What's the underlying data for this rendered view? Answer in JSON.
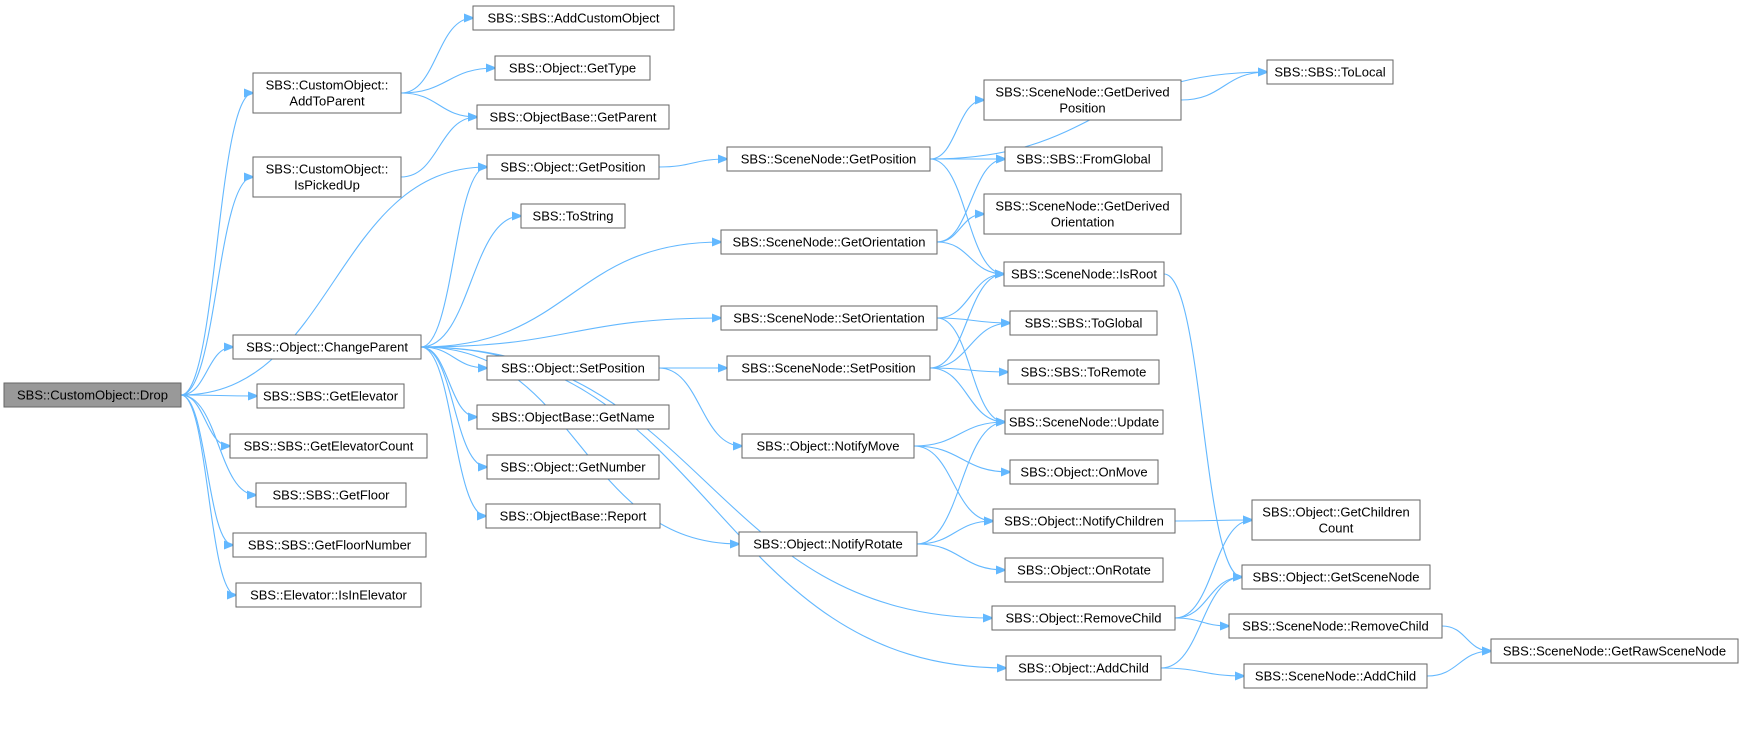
{
  "colors": {
    "edge": "#63b8ff",
    "node_border": "#666666",
    "root_fill": "#999999",
    "node_fill": "#ffffff"
  },
  "nodes": [
    {
      "id": "drop",
      "lines": [
        "SBS::CustomObject::Drop"
      ],
      "root": true
    },
    {
      "id": "addToParent",
      "lines": [
        "SBS::CustomObject::",
        "AddToParent"
      ]
    },
    {
      "id": "isPickedUp",
      "lines": [
        "SBS::CustomObject::",
        "IsPickedUp"
      ]
    },
    {
      "id": "changeParent",
      "lines": [
        "SBS::Object::ChangeParent"
      ]
    },
    {
      "id": "getElevator",
      "lines": [
        "SBS::SBS::GetElevator"
      ]
    },
    {
      "id": "getElevatorCount",
      "lines": [
        "SBS::SBS::GetElevatorCount"
      ]
    },
    {
      "id": "getFloor",
      "lines": [
        "SBS::SBS::GetFloor"
      ]
    },
    {
      "id": "getFloorNumber",
      "lines": [
        "SBS::SBS::GetFloorNumber"
      ]
    },
    {
      "id": "isInElevator",
      "lines": [
        "SBS::Elevator::IsInElevator"
      ]
    },
    {
      "id": "addCustomObject",
      "lines": [
        "SBS::SBS::AddCustomObject"
      ]
    },
    {
      "id": "getType",
      "lines": [
        "SBS::Object::GetType"
      ]
    },
    {
      "id": "getParent",
      "lines": [
        "SBS::ObjectBase::GetParent"
      ]
    },
    {
      "id": "objGetPosition",
      "lines": [
        "SBS::Object::GetPosition"
      ]
    },
    {
      "id": "toString",
      "lines": [
        "SBS::ToString"
      ]
    },
    {
      "id": "objSetPosition",
      "lines": [
        "SBS::Object::SetPosition"
      ]
    },
    {
      "id": "getName",
      "lines": [
        "SBS::ObjectBase::GetName"
      ]
    },
    {
      "id": "getNumber",
      "lines": [
        "SBS::Object::GetNumber"
      ]
    },
    {
      "id": "report",
      "lines": [
        "SBS::ObjectBase::Report"
      ]
    },
    {
      "id": "snGetPosition",
      "lines": [
        "SBS::SceneNode::GetPosition"
      ]
    },
    {
      "id": "snGetOrientation",
      "lines": [
        "SBS::SceneNode::GetOrientation"
      ]
    },
    {
      "id": "snSetOrientation",
      "lines": [
        "SBS::SceneNode::SetOrientation"
      ]
    },
    {
      "id": "snSetPosition",
      "lines": [
        "SBS::SceneNode::SetPosition"
      ]
    },
    {
      "id": "notifyMove",
      "lines": [
        "SBS::Object::NotifyMove"
      ]
    },
    {
      "id": "notifyRotate",
      "lines": [
        "SBS::Object::NotifyRotate"
      ]
    },
    {
      "id": "removeChild",
      "lines": [
        "SBS::Object::RemoveChild"
      ]
    },
    {
      "id": "addChild",
      "lines": [
        "SBS::Object::AddChild"
      ]
    },
    {
      "id": "getDerivedPosition",
      "lines": [
        "SBS::SceneNode::GetDerived",
        "Position"
      ]
    },
    {
      "id": "fromGlobal",
      "lines": [
        "SBS::SBS::FromGlobal"
      ]
    },
    {
      "id": "getDerivedOrientation",
      "lines": [
        "SBS::SceneNode::GetDerived",
        "Orientation"
      ]
    },
    {
      "id": "isRoot",
      "lines": [
        "SBS::SceneNode::IsRoot"
      ]
    },
    {
      "id": "toGlobal",
      "lines": [
        "SBS::SBS::ToGlobal"
      ]
    },
    {
      "id": "toRemote",
      "lines": [
        "SBS::SBS::ToRemote"
      ]
    },
    {
      "id": "snUpdate",
      "lines": [
        "SBS::SceneNode::Update"
      ]
    },
    {
      "id": "onMove",
      "lines": [
        "SBS::Object::OnMove"
      ]
    },
    {
      "id": "notifyChildren",
      "lines": [
        "SBS::Object::NotifyChildren"
      ]
    },
    {
      "id": "onRotate",
      "lines": [
        "SBS::Object::OnRotate"
      ]
    },
    {
      "id": "toLocal",
      "lines": [
        "SBS::SBS::ToLocal"
      ]
    },
    {
      "id": "getChildrenCount",
      "lines": [
        "SBS::Object::GetChildren",
        "Count"
      ]
    },
    {
      "id": "getSceneNode",
      "lines": [
        "SBS::Object::GetSceneNode"
      ]
    },
    {
      "id": "snRemoveChild",
      "lines": [
        "SBS::SceneNode::RemoveChild"
      ]
    },
    {
      "id": "snAddChild",
      "lines": [
        "SBS::SceneNode::AddChild"
      ]
    },
    {
      "id": "getRawSceneNode",
      "lines": [
        "SBS::SceneNode::GetRawSceneNode"
      ]
    }
  ],
  "edges": [
    [
      "drop",
      "addToParent"
    ],
    [
      "drop",
      "isPickedUp"
    ],
    [
      "drop",
      "objGetPosition"
    ],
    [
      "drop",
      "changeParent"
    ],
    [
      "drop",
      "getElevator"
    ],
    [
      "drop",
      "getElevatorCount"
    ],
    [
      "drop",
      "getFloor"
    ],
    [
      "drop",
      "getFloorNumber"
    ],
    [
      "drop",
      "isInElevator"
    ],
    [
      "addToParent",
      "addCustomObject"
    ],
    [
      "addToParent",
      "getType"
    ],
    [
      "addToParent",
      "getParent"
    ],
    [
      "isPickedUp",
      "getParent"
    ],
    [
      "changeParent",
      "objGetPosition"
    ],
    [
      "changeParent",
      "toString"
    ],
    [
      "changeParent",
      "snGetOrientation"
    ],
    [
      "changeParent",
      "snSetOrientation"
    ],
    [
      "changeParent",
      "objSetPosition"
    ],
    [
      "changeParent",
      "getName"
    ],
    [
      "changeParent",
      "getNumber"
    ],
    [
      "changeParent",
      "report"
    ],
    [
      "changeParent",
      "notifyRotate"
    ],
    [
      "changeParent",
      "removeChild"
    ],
    [
      "changeParent",
      "addChild"
    ],
    [
      "objGetPosition",
      "snGetPosition"
    ],
    [
      "objSetPosition",
      "snSetPosition"
    ],
    [
      "objSetPosition",
      "notifyMove"
    ],
    [
      "snGetPosition",
      "toLocal"
    ],
    [
      "snGetPosition",
      "getDerivedPosition"
    ],
    [
      "snGetPosition",
      "fromGlobal"
    ],
    [
      "snGetPosition",
      "isRoot"
    ],
    [
      "getDerivedPosition",
      "toLocal"
    ],
    [
      "snGetOrientation",
      "fromGlobal"
    ],
    [
      "snGetOrientation",
      "getDerivedOrientation"
    ],
    [
      "snGetOrientation",
      "isRoot"
    ],
    [
      "snSetOrientation",
      "isRoot"
    ],
    [
      "snSetOrientation",
      "toGlobal"
    ],
    [
      "snSetOrientation",
      "snUpdate"
    ],
    [
      "snSetPosition",
      "isRoot"
    ],
    [
      "snSetPosition",
      "toGlobal"
    ],
    [
      "snSetPosition",
      "toRemote"
    ],
    [
      "snSetPosition",
      "snUpdate"
    ],
    [
      "notifyMove",
      "snUpdate"
    ],
    [
      "notifyMove",
      "onMove"
    ],
    [
      "notifyMove",
      "notifyChildren"
    ],
    [
      "notifyRotate",
      "snUpdate"
    ],
    [
      "notifyRotate",
      "notifyChildren"
    ],
    [
      "notifyRotate",
      "onRotate"
    ],
    [
      "notifyChildren",
      "getChildrenCount"
    ],
    [
      "isRoot",
      "getSceneNode"
    ],
    [
      "removeChild",
      "getChildrenCount"
    ],
    [
      "removeChild",
      "getSceneNode"
    ],
    [
      "removeChild",
      "snRemoveChild"
    ],
    [
      "addChild",
      "getSceneNode"
    ],
    [
      "addChild",
      "snAddChild"
    ],
    [
      "snRemoveChild",
      "getRawSceneNode"
    ],
    [
      "snAddChild",
      "getRawSceneNode"
    ]
  ]
}
